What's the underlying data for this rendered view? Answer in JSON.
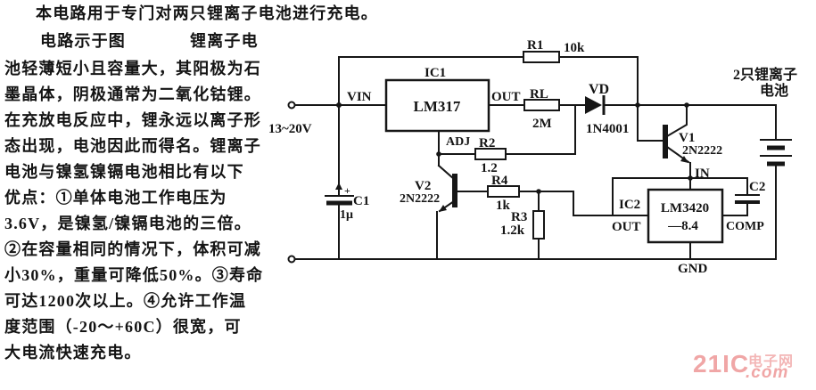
{
  "article": {
    "line1": "本电路用于专门对两只锂离子电池进行充电。",
    "line2a": "电路示于图",
    "line2b": "锂离子电",
    "body_lines": [
      "池轻薄短小且容量大，其阳极为石",
      "墨晶体，阴极通常为二氧化钴锂。",
      "在充放电反应中，锂永远以离子形",
      "态出现，电池因此而得名。锂离子",
      "电池与镍氢镍镉电池相比有以下",
      "优点：①单体电池工作电压为",
      "3.6V，是镍氢/镍镉电池的三倍。",
      "②在容量相同的情况下，体积可减",
      "小30%，重量可降低50%。③寿命",
      "可达1200次以上。④允许工作温",
      "度范围（-20～+60C）很宽，可",
      "大电流快速充电。"
    ]
  },
  "circuit": {
    "input_voltage": "13~20V",
    "battery_label_line1": "2只锂离子",
    "battery_label_line2": "电池",
    "c1_polarity": "+",
    "ic1": {
      "ref": "IC1",
      "part": "LM317",
      "pin_in": "VIN",
      "pin_out": "OUT",
      "pin_adj": "ADJ"
    },
    "ic2": {
      "ref": "IC2",
      "part": "LM3420",
      "variant": "—8.4",
      "pin_in": "IN",
      "pin_out": "OUT",
      "pin_comp": "COMP",
      "pin_gnd": "GND"
    },
    "r1": {
      "ref": "R1",
      "value": "10k"
    },
    "rl": {
      "ref": "RL",
      "value": "2M"
    },
    "r2": {
      "ref": "R2",
      "value": "1.2"
    },
    "r3": {
      "ref": "R3",
      "value": "1.2k"
    },
    "r4": {
      "ref": "R4",
      "value": "1k"
    },
    "c1": {
      "ref": "C1",
      "value": "1μ"
    },
    "c2": {
      "ref": "C2"
    },
    "vd": {
      "ref": "VD",
      "part": "1N4001"
    },
    "v1": {
      "ref": "V1",
      "part": "2N2222"
    },
    "v2": {
      "ref": "V2",
      "part": "2N2222"
    }
  },
  "watermark": {
    "brand": "21IC",
    "suffix": ".com",
    "site_name": "电子网",
    "color": "#f0a6a6"
  }
}
